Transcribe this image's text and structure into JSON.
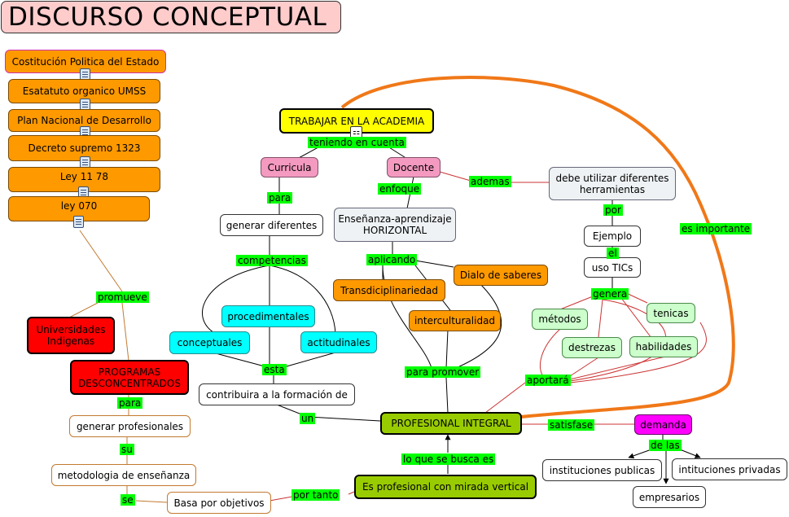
{
  "title": "DISCURSO CONCEPTUAL",
  "icons": {
    "document": "document-icon",
    "submap": "sitemap-icon"
  },
  "colors": {
    "orange": "#ff9900",
    "yellow": "#ffff00",
    "pink": "#f49ac1",
    "cyan": "#00ffff",
    "light_green": "#ccffcc",
    "red": "#ff0000",
    "olive": "#99cc00",
    "magenta": "#ff00ff",
    "label_green": "#00ff00",
    "big_arc": "#f07818"
  },
  "nodes": {
    "costitucion": "Costitución Politica del Estado",
    "estatuto": "Esatatuto organico UMSS",
    "plan": "Plan Nacional de Desarrollo",
    "decreto": "Decreto supremo 1323",
    "ley1178": "Ley 11 78",
    "ley070": "ley 070",
    "trabajar": "TRABAJAR EN LA ACADEMIA",
    "curricula": "Curricula",
    "docente": "Docente",
    "debe_utilizar": "debe utilizar diferentes herramientas",
    "generar_diferentes": "generar diferentes",
    "ensenanza": "Enseñanza-aprendizaje HORIZONTAL",
    "ejemplo": "Ejemplo",
    "uso_tics": "uso TICs",
    "procedimentales": "procedimentales",
    "conceptuales": "conceptuales",
    "actitudinales": "actitudinales",
    "transdisciplinariedad": "Transdiciplinariedad",
    "dialo_saberes": "Dialo de saberes",
    "interculturalidad": "interculturalidad",
    "metodos": "métodos",
    "tenicas": "tenicas",
    "destrezas": "destrezas",
    "habilidades": "habilidades",
    "universidades": "Universidades Indigenas",
    "programas": "PROGRAMAS DESCONCENTRADOS",
    "contribuira": "contribuira a la formación de",
    "profesional_integral": "PROFESIONAL INTEGRAL",
    "demanda": "demanda",
    "generar_profesionales": "generar profesionales",
    "metodologia": "metodologia de enseñanza",
    "basa": "Basa por objetivos",
    "es_profesional": "Es profesional con mirada vertical",
    "inst_publicas": "instituciones publicas",
    "inst_privadas": "intituciones privadas",
    "empresarios": "empresarios"
  },
  "labels": {
    "teniendo": "teniendo en cuenta",
    "para1": "para",
    "enfoque": "enfoque",
    "ademas": "ademas",
    "por": "por",
    "el": "el",
    "competencias": "competencias",
    "aplicando": "aplicando",
    "genera": "genera",
    "es_importante": "es importante",
    "promueve": "promueve",
    "esta": "esta",
    "para_promover": "para promover",
    "aportara": "aportará",
    "para2": "para",
    "un": "un",
    "satisfase": "satisfase",
    "su": "su",
    "de_las": "de las",
    "lo_que": "lo que se busca es",
    "se": "se",
    "por_tanto": "por tanto"
  }
}
